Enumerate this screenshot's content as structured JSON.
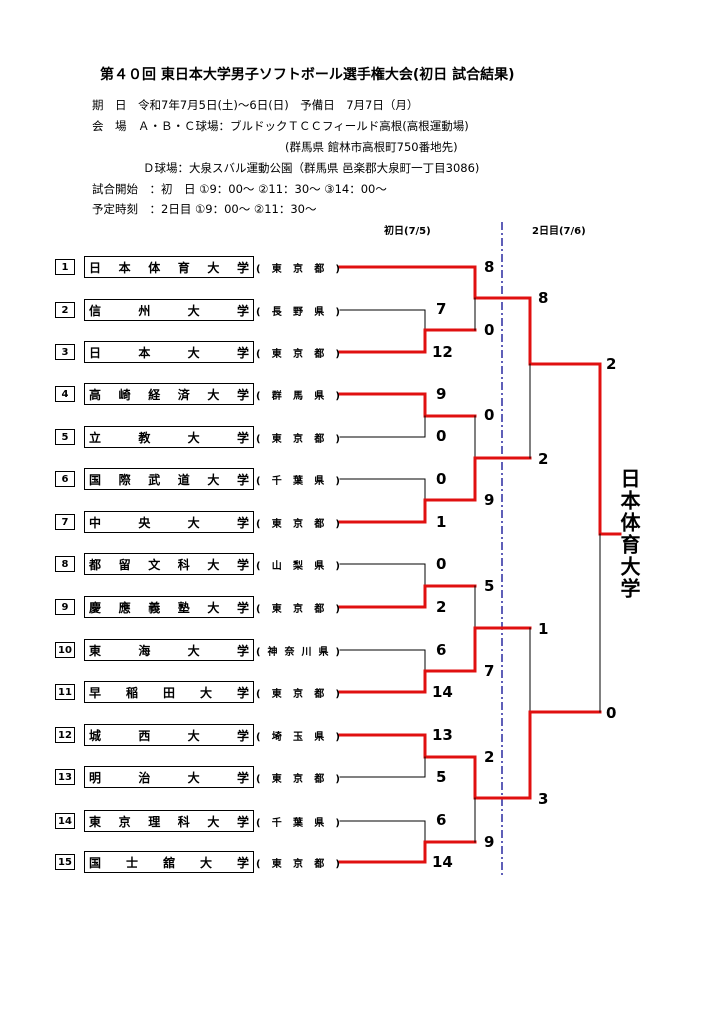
{
  "title": "第４０回 東日本大学男子ソフトボール選手権大会(初日 試合結果)",
  "info": {
    "dates": "期　日　令和7年7月5日(土)～6日(日)　予備日　7月7日（月）",
    "venue1": "会　場　Ａ・Ｂ・Ｃ球場：ブルドックＴＣＣフィールド高根(高根運動場)",
    "venue1_addr": "(群馬県 館林市高根町750番地先)",
    "venue2": "Ｄ球場：大泉スバル運動公園（群馬県 邑楽郡大泉町一丁目3086)",
    "start1": "試合開始　：初　日 ①9：00～ ②11：30～ ③14：00～",
    "start2": "予定時刻　：2日目 ①9：00～ ②11：30～"
  },
  "day_labels": {
    "day1": "初日(7/5)",
    "day2": "2日目(7/6)"
  },
  "teams": [
    {
      "seed": "1",
      "name": "日本体育大学",
      "pref": "(東京都)"
    },
    {
      "seed": "2",
      "name": "信州大学",
      "pref": "(長野県)"
    },
    {
      "seed": "3",
      "name": "日本大学",
      "pref": "(東京都)"
    },
    {
      "seed": "4",
      "name": "高崎経済大学",
      "pref": "(群馬県)"
    },
    {
      "seed": "5",
      "name": "立教大学",
      "pref": "(東京都)"
    },
    {
      "seed": "6",
      "name": "国際武道大学",
      "pref": "(千葉県)"
    },
    {
      "seed": "7",
      "name": "中央大学",
      "pref": "(東京都)"
    },
    {
      "seed": "8",
      "name": "都留文科大学",
      "pref": "(山梨県)"
    },
    {
      "seed": "9",
      "name": "慶應義塾大学",
      "pref": "(東京都)"
    },
    {
      "seed": "10",
      "name": "東海大学",
      "pref": "(神奈川県)"
    },
    {
      "seed": "11",
      "name": "早稲田大学",
      "pref": "(東京都)"
    },
    {
      "seed": "12",
      "name": "城西大学",
      "pref": "(埼玉県)"
    },
    {
      "seed": "13",
      "name": "明治大学",
      "pref": "(東京都)"
    },
    {
      "seed": "14",
      "name": "東京理科大学",
      "pref": "(千葉県)"
    },
    {
      "seed": "15",
      "name": "国士舘大学",
      "pref": "(東京都)"
    }
  ],
  "scores": {
    "r1_2": "7",
    "r1_3": "12",
    "r1_4": "9",
    "r1_5": "0",
    "r1_6": "0",
    "r1_7": "1",
    "r1_8": "0",
    "r1_9": "2",
    "r1_10": "6",
    "r1_11": "14",
    "r1_12": "13",
    "r1_13": "5",
    "r1_14": "6",
    "r1_15": "14",
    "r2_1": "8",
    "r2_23": "0",
    "r2_45": "0",
    "r2_67": "9",
    "r2_89": "5",
    "r2_1011": "7",
    "r2_1213": "2",
    "r2_1415": "9",
    "r3_a": "8",
    "r3_b": "2",
    "r3_c": "1",
    "r3_d": "3",
    "r4_top": "2",
    "r4_bottom": "0"
  },
  "champion": "日本体育大学",
  "colors": {
    "winner_line": "#e01010",
    "loser_line": "#000000",
    "divider": "#2a2aa0"
  }
}
